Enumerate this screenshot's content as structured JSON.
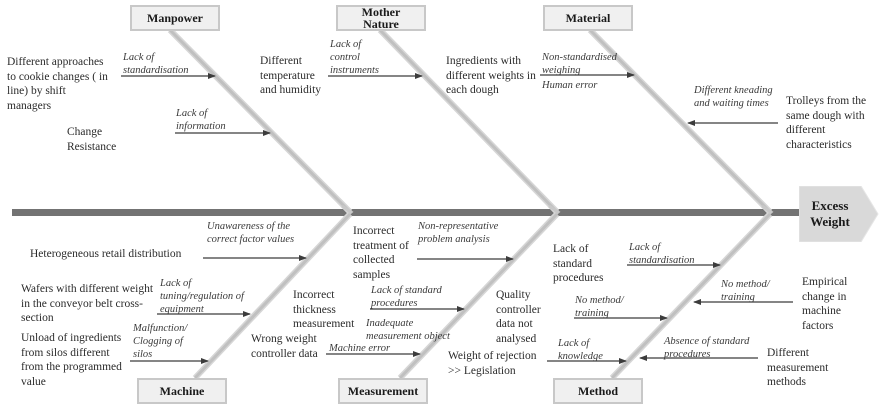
{
  "effect": {
    "label": "Excess\nWeight"
  },
  "categories": {
    "manpower": "Manpower",
    "mother_nature": "Mother\nNature",
    "material": "Material",
    "machine": "Machine",
    "measurement": "Measurement",
    "method": "Method"
  },
  "manpower": {
    "causes": [
      {
        "text": "Different approaches\nto cookie changes ( in\nline) by shift\nmanagers",
        "sub": "Lack of\nstandardisation"
      },
      {
        "text": "Change\nResistance",
        "sub": "Lack of\ninformation"
      }
    ]
  },
  "mother_nature": {
    "causes": [
      {
        "text": "Different\ntemperature\nand humidity",
        "sub": "Lack of\ncontrol\ninstruments"
      }
    ]
  },
  "material": {
    "causes": [
      {
        "text": "Ingredients with\ndifferent weights in\neach dough",
        "sub": "Non-standardised\nweighing",
        "sub2": "Human error"
      },
      {
        "text": "Trolleys  from the\nsame dough with\ndifferent\ncharacteristics",
        "sub": "Different kneading\nand waiting times"
      }
    ]
  },
  "machine": {
    "causes": [
      {
        "text": "Heterogeneous retail  distribution",
        "sub": "Unawareness of the\ncorrect factor values"
      },
      {
        "text": "Wafers with different weight\nin the conveyor belt cross-\nsection",
        "sub": "Lack of\ntuning/regulation of\nequipment"
      },
      {
        "text": "Unload of ingredients\nfrom silos different\nfrom the programmed\nvalue",
        "sub": "Malfunction/\nClogging of\nsilos"
      }
    ]
  },
  "measurement": {
    "causes": [
      {
        "text": "Incorrect\ntreatment of\ncollected\nsamples",
        "sub": "Non-representative\nproblem analysis"
      },
      {
        "text": "Incorrect\nthickness\nmeasurement",
        "sub": "Lack of standard\nprocedures"
      },
      {
        "text": "Wrong weight\ncontroller data",
        "sub": "Machine error",
        "sub_above": "Inadequate\nmeasurement object"
      }
    ]
  },
  "method": {
    "causes": [
      {
        "text": "Lack of\nstandard\nprocedures",
        "sub": "Lack of\nstandardisation"
      },
      {
        "text": "Quality\ncontroller\ndata not\nanalysed",
        "sub": "No method/\ntraining"
      },
      {
        "text": "Weight of rejection\n>> Legislation",
        "sub": "Lack of\nknowledge"
      },
      {
        "text": "Empirical\nchange in\nmachine\nfactors",
        "sub": "No method/\ntraining"
      },
      {
        "text": "Different\nmeasurement\nmethods",
        "sub": "Absence of standard\nprocedures"
      }
    ]
  },
  "colors": {
    "spine": "#737373",
    "bone": "#c4c4c4",
    "bone_edge": "#d8d8d8",
    "arrow": "#3c3c3c",
    "box_fill": "#f0f0f0",
    "box_border": "#c8c8c8",
    "effect_fill": "#d9d9d9"
  }
}
